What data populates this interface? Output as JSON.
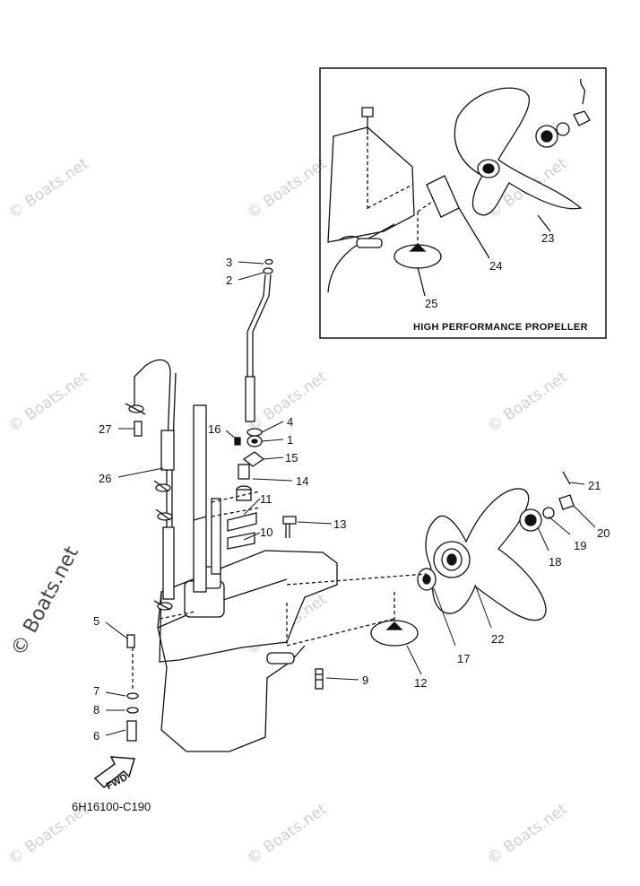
{
  "watermark": "© Boats.net",
  "inset_title": "HIGH PERFORMANCE PROPELLER",
  "diagram_code": "6H16100-C190",
  "fwd_label": "FWD",
  "callouts": [
    "1",
    "2",
    "3",
    "4",
    "5",
    "6",
    "7",
    "8",
    "9",
    "10",
    "11",
    "12",
    "13",
    "14",
    "15",
    "16",
    "17",
    "18",
    "19",
    "20",
    "21",
    "22",
    "23",
    "24",
    "25",
    "26",
    "27"
  ]
}
